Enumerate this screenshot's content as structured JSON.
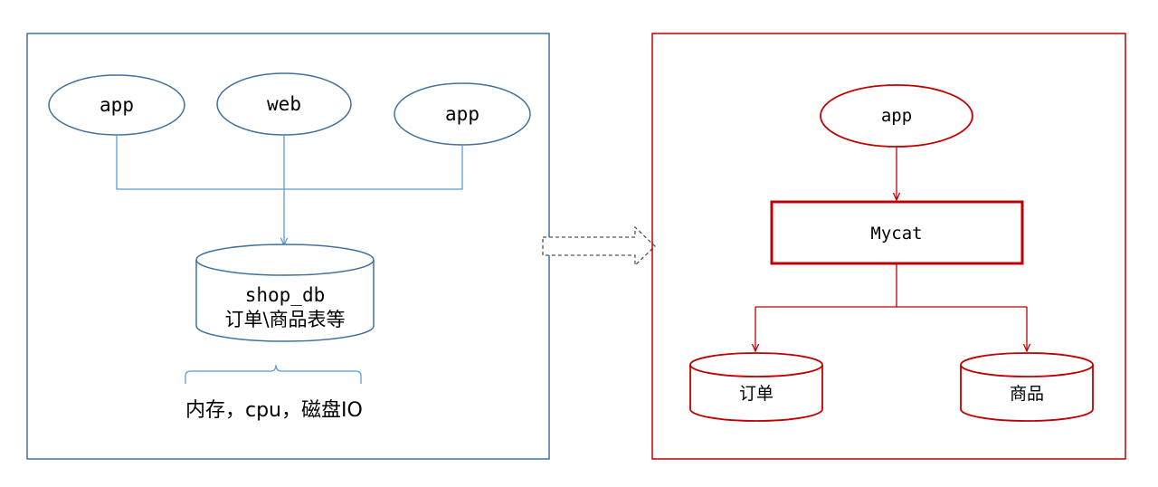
{
  "colors": {
    "left_stroke": "#5b9bd5",
    "left_panel": "#41719c",
    "right_stroke": "#c00000",
    "text": "#000000",
    "migration_arrow": "#555555"
  },
  "left": {
    "client_1": "app",
    "client_2": "web",
    "client_3": "app",
    "database_name": "shop_db",
    "database_tables": "订单\\商品表等",
    "resources": "内存，cpu，磁盘IO"
  },
  "right": {
    "client": "app",
    "middleware": "Mycat",
    "shard_1": "订单",
    "shard_2": "商品"
  }
}
